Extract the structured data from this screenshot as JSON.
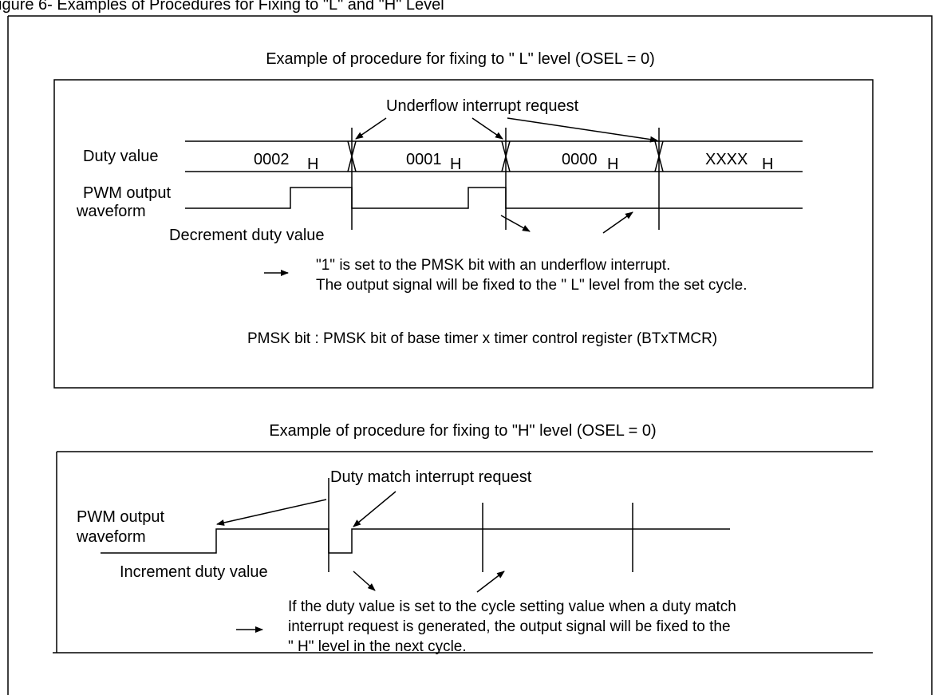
{
  "header_fragment": "igure  6-   Examples of Procedures for Fixing to \"L\" and \"H\" Level",
  "upper": {
    "title": "Example of procedure for fixing to \" L\" level (OSEL = 0)",
    "underflow_label": "Underflow interrupt request",
    "duty_label": "Duty value",
    "duty_values": [
      "0002",
      "0001",
      "0000",
      "XXXX"
    ],
    "hex_suffix": "H",
    "pwm_label_line1": "PWM output",
    "pwm_label_line2": "waveform",
    "decrement_label": "Decrement duty value",
    "note_line1": "\"1\" is set to the PMSK bit with an underflow interrupt.",
    "note_line2": "The output signal will be fixed to the \" L\" level from the set cycle.",
    "pmsk_note": "PMSK bit : PMSK bit of base timer x timer control register (BTxTMCR)"
  },
  "lower": {
    "title": "Example of procedure for fixing to \"H\" level (OSEL = 0)",
    "match_label": "Duty match interrupt request",
    "pwm_label_line1": "PWM output",
    "pwm_label_line2": "waveform",
    "increment_label": "Increment duty value",
    "note_line1": "If the duty value is set to the cycle setting value when a duty match",
    "note_line2": "interrupt request is generated, the output signal will be fixed to the",
    "note_line3": "\" H\" level in the next cycle."
  }
}
